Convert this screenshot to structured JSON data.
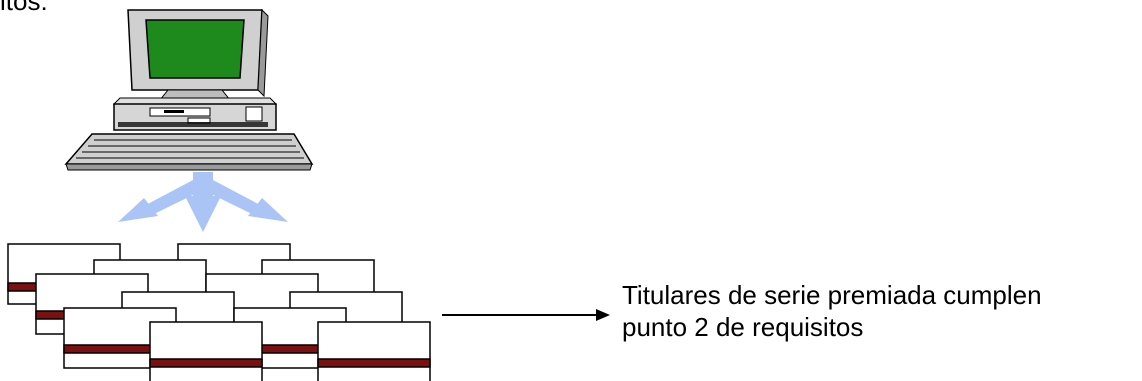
{
  "header": {
    "partial_text": "itos:"
  },
  "result": {
    "line1": "Titulares de serie premiada cumplen",
    "line2": "punto 2 de requisitos"
  },
  "colors": {
    "screen": "#1e8a1e",
    "case": "#cfcfcf",
    "arrows": "#a9c4f5",
    "card_band": "#7a1010"
  },
  "icons": {
    "computer": "desktop-computer-icon",
    "arrows": "three-way-arrow-icon",
    "cards": "card-stack-icon",
    "pointer": "right-arrow-icon"
  }
}
